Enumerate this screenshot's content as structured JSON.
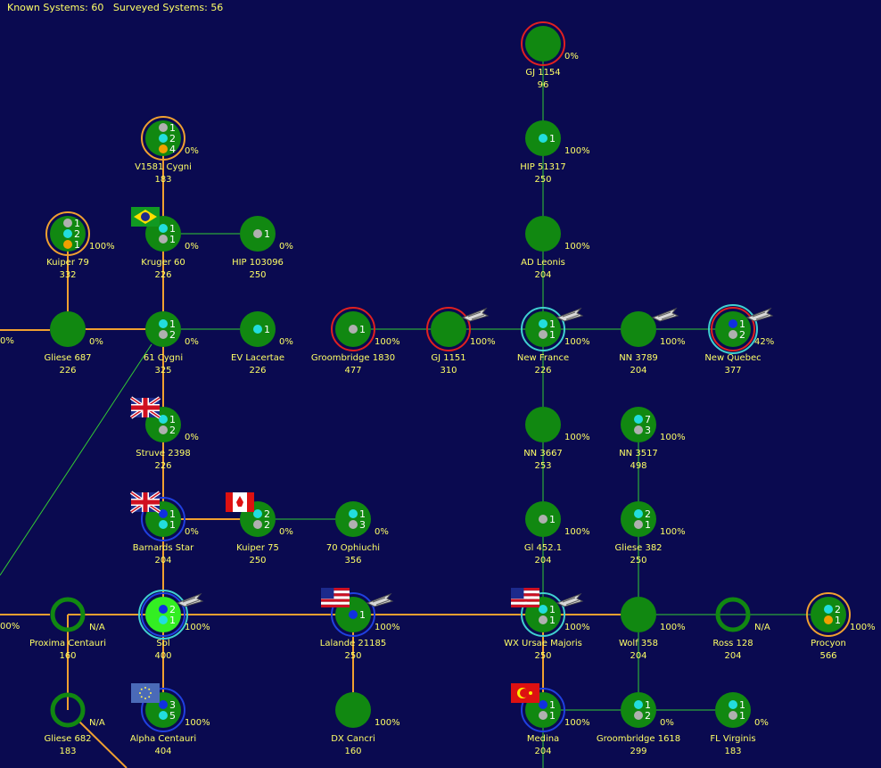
{
  "header": {
    "known_label": "Known Systems:",
    "known_count": "60",
    "surveyed_label": "Surveyed Systems:",
    "surveyed_count": "56"
  },
  "colors": {
    "background": "#0a0a50",
    "jump_link": "#33cc33",
    "main_route": "#f0a030",
    "planet": "#118811",
    "label_text": "#ffff66"
  },
  "systems": [
    {
      "id": "gj1154",
      "name": "GJ 1154",
      "pop": "96",
      "pct": "0%",
      "bodies": [],
      "rings": [
        "#e02020"
      ]
    },
    {
      "id": "hip51317",
      "name": "HIP 51317",
      "pop": "250",
      "pct": "100%",
      "bodies": [
        {
          "c": "cyan",
          "n": "1"
        }
      ],
      "rings": []
    },
    {
      "id": "adleonis",
      "name": "AD Leonis",
      "pop": "204",
      "pct": "100%",
      "bodies": [],
      "rings": []
    },
    {
      "id": "v1581",
      "name": "V1581 Cygni",
      "pop": "183",
      "pct": "0%",
      "bodies": [
        {
          "c": "grey",
          "n": "1"
        },
        {
          "c": "cyan",
          "n": "2"
        },
        {
          "c": "orange",
          "n": "4"
        }
      ],
      "rings": [
        "#f0a030"
      ]
    },
    {
      "id": "kuiper79",
      "name": "Kuiper 79",
      "pop": "332",
      "pct": "100%",
      "bodies": [
        {
          "c": "grey",
          "n": "1"
        },
        {
          "c": "cyan",
          "n": "2"
        },
        {
          "c": "orange",
          "n": "1"
        }
      ],
      "rings": [
        "#f0a030"
      ]
    },
    {
      "id": "kruger60",
      "name": "Kruger 60",
      "pop": "226",
      "pct": "0%",
      "bodies": [
        {
          "c": "cyan",
          "n": "1"
        },
        {
          "c": "grey",
          "n": "1"
        }
      ],
      "rings": [],
      "flag": "brazil"
    },
    {
      "id": "hip103096",
      "name": "HIP 103096",
      "pop": "250",
      "pct": "0%",
      "bodies": [
        {
          "c": "grey",
          "n": "1"
        }
      ],
      "rings": []
    },
    {
      "id": "gliese687",
      "name": "Gliese 687",
      "pop": "226",
      "pct": "0%",
      "bodies": [],
      "rings": []
    },
    {
      "id": "61cygni",
      "name": "61 Cygni",
      "pop": "325",
      "pct": "0%",
      "bodies": [
        {
          "c": "cyan",
          "n": "1"
        },
        {
          "c": "grey",
          "n": "2"
        }
      ],
      "rings": []
    },
    {
      "id": "evlacertae",
      "name": "EV Lacertae",
      "pop": "226",
      "pct": "0%",
      "bodies": [
        {
          "c": "cyan",
          "n": "1"
        }
      ],
      "rings": []
    },
    {
      "id": "groombridge1830",
      "name": "Groombridge 1830",
      "pop": "477",
      "pct": "100%",
      "bodies": [
        {
          "c": "grey",
          "n": "1"
        }
      ],
      "rings": [
        "#e02020"
      ]
    },
    {
      "id": "gj1151",
      "name": "GJ 1151",
      "pop": "310",
      "pct": "100%",
      "bodies": [],
      "rings": [
        "#e02020"
      ],
      "ship": true
    },
    {
      "id": "newfrance",
      "name": "New France",
      "pop": "226",
      "pct": "100%",
      "bodies": [
        {
          "c": "cyan",
          "n": "1"
        },
        {
          "c": "grey",
          "n": "1"
        }
      ],
      "rings": [
        "#40d0d0"
      ],
      "ship": true
    },
    {
      "id": "nn3789",
      "name": "NN 3789",
      "pop": "204",
      "pct": "100%",
      "bodies": [],
      "rings": [],
      "ship": true
    },
    {
      "id": "newquebec",
      "name": "New Quebec",
      "pop": "377",
      "pct": "42%",
      "bodies": [
        {
          "c": "blue",
          "n": "1"
        },
        {
          "c": "grey",
          "n": "2"
        }
      ],
      "rings": [
        "#e02020",
        "#40d0d0"
      ],
      "ship": true
    },
    {
      "id": "struve2398",
      "name": "Struve 2398",
      "pop": "226",
      "pct": "0%",
      "bodies": [
        {
          "c": "cyan",
          "n": "1"
        },
        {
          "c": "grey",
          "n": "2"
        }
      ],
      "rings": [],
      "flag": "uk"
    },
    {
      "id": "nn3667",
      "name": "NN 3667",
      "pop": "253",
      "pct": "100%",
      "bodies": [],
      "rings": []
    },
    {
      "id": "nn3517",
      "name": "NN 3517",
      "pop": "498",
      "pct": "100%",
      "bodies": [
        {
          "c": "cyan",
          "n": "7"
        },
        {
          "c": "grey",
          "n": "3"
        }
      ],
      "rings": []
    },
    {
      "id": "barnards",
      "name": "Barnards Star",
      "pop": "204",
      "pct": "0%",
      "bodies": [
        {
          "c": "blue",
          "n": "1"
        },
        {
          "c": "cyan",
          "n": "1"
        }
      ],
      "rings": [
        "#2040e0"
      ],
      "flag": "uk"
    },
    {
      "id": "kuiper75",
      "name": "Kuiper 75",
      "pop": "250",
      "pct": "0%",
      "bodies": [
        {
          "c": "cyan",
          "n": "2"
        },
        {
          "c": "grey",
          "n": "2"
        }
      ],
      "rings": [],
      "flag": "canada"
    },
    {
      "id": "70oph",
      "name": "70 Ophiuchi",
      "pop": "356",
      "pct": "0%",
      "bodies": [
        {
          "c": "cyan",
          "n": "1"
        },
        {
          "c": "grey",
          "n": "3"
        }
      ],
      "rings": []
    },
    {
      "id": "gl4521",
      "name": "Gl 452.1",
      "pop": "204",
      "pct": "100%",
      "bodies": [
        {
          "c": "grey",
          "n": "1"
        }
      ],
      "rings": []
    },
    {
      "id": "gliese382",
      "name": "Gliese 382",
      "pop": "250",
      "pct": "100%",
      "bodies": [
        {
          "c": "cyan",
          "n": "2"
        },
        {
          "c": "grey",
          "n": "1"
        }
      ],
      "rings": []
    },
    {
      "id": "proxima",
      "name": "Proxima Centauri",
      "pop": "160",
      "pct": "N/A",
      "bodies": [],
      "rings": [],
      "hollow": true
    },
    {
      "id": "sol",
      "name": "Sol",
      "pop": "400",
      "pct": "100%",
      "bodies": [
        {
          "c": "blue",
          "n": "2"
        },
        {
          "c": "cyan",
          "n": "1"
        }
      ],
      "rings": [
        "#2040e0",
        "#40d0d0"
      ],
      "bright": true,
      "ship": true
    },
    {
      "id": "lalande",
      "name": "Lalande 21185",
      "pop": "250",
      "pct": "100%",
      "bodies": [
        {
          "c": "blue",
          "n": "1"
        }
      ],
      "rings": [
        "#2040e0"
      ],
      "flag": "usa",
      "ship": true
    },
    {
      "id": "wxuma",
      "name": "WX Ursae Majoris",
      "pop": "250",
      "pct": "100%",
      "bodies": [
        {
          "c": "cyan",
          "n": "1"
        },
        {
          "c": "grey",
          "n": "1"
        }
      ],
      "rings": [
        "#40d0d0"
      ],
      "flag": "usa",
      "ship": true
    },
    {
      "id": "wolf358",
      "name": "Wolf 358",
      "pop": "204",
      "pct": "100%",
      "bodies": [],
      "rings": []
    },
    {
      "id": "ross128",
      "name": "Ross 128",
      "pop": "204",
      "pct": "N/A",
      "bodies": [],
      "rings": [],
      "hollow": true
    },
    {
      "id": "procyon",
      "name": "Procyon",
      "pop": "566",
      "pct": "100%",
      "bodies": [
        {
          "c": "cyan",
          "n": "2"
        },
        {
          "c": "orange",
          "n": "1"
        }
      ],
      "rings": [
        "#f0a030"
      ]
    },
    {
      "id": "gliese682",
      "name": "Gliese 682",
      "pop": "183",
      "pct": "N/A",
      "bodies": [],
      "rings": [],
      "hollow": true
    },
    {
      "id": "alphacen",
      "name": "Alpha Centauri",
      "pop": "404",
      "pct": "100%",
      "bodies": [
        {
          "c": "blue",
          "n": "3"
        },
        {
          "c": "cyan",
          "n": "5"
        }
      ],
      "rings": [
        "#2040e0"
      ],
      "flag": "eu"
    },
    {
      "id": "dxcancri",
      "name": "DX Cancri",
      "pop": "160",
      "pct": "100%",
      "bodies": [],
      "rings": []
    },
    {
      "id": "medina",
      "name": "Medina",
      "pop": "204",
      "pct": "100%",
      "bodies": [
        {
          "c": "blue",
          "n": "1"
        },
        {
          "c": "grey",
          "n": "1"
        }
      ],
      "rings": [
        "#2040e0"
      ],
      "flag": "turkey"
    },
    {
      "id": "groombridge1618",
      "name": "Groombridge 1618",
      "pop": "299",
      "pct": "0%",
      "bodies": [
        {
          "c": "cyan",
          "n": "1"
        },
        {
          "c": "grey",
          "n": "2"
        }
      ],
      "rings": []
    },
    {
      "id": "flvirginis",
      "name": "FL Virginis",
      "pop": "183",
      "pct": "0%",
      "bodies": [
        {
          "c": "cyan",
          "n": "1"
        },
        {
          "c": "grey",
          "n": "1"
        }
      ],
      "rings": []
    }
  ],
  "links": [
    [
      "gj1154",
      "hip51317",
      "g"
    ],
    [
      "hip51317",
      "adleonis",
      "g"
    ],
    [
      "adleonis",
      "newfrance",
      "g"
    ],
    [
      "v1581",
      "kruger60",
      "o"
    ],
    [
      "kuiper79",
      "gliese687",
      "o"
    ],
    [
      "kruger60",
      "hip103096",
      "g"
    ],
    [
      "kruger60",
      "61cygni",
      "o"
    ],
    [
      "gliese687",
      "61cygni",
      "o"
    ],
    [
      "61cygni",
      "evlacertae",
      "g"
    ],
    [
      "groombridge1830",
      "gj1151",
      "g"
    ],
    [
      "gj1151",
      "newfrance",
      "g"
    ],
    [
      "newfrance",
      "nn3789",
      "g"
    ],
    [
      "nn3789",
      "newquebec",
      "g"
    ],
    [
      "61cygni",
      "struve2398",
      "o"
    ],
    [
      "struve2398",
      "barnards",
      "o"
    ],
    [
      "newfrance",
      "nn3667",
      "g"
    ],
    [
      "nn3667",
      "gl4521",
      "g"
    ],
    [
      "nn3517",
      "gliese382",
      "g"
    ],
    [
      "barnards",
      "kuiper75",
      "o"
    ],
    [
      "kuiper75",
      "70oph",
      "g"
    ],
    [
      "gl4521",
      "wxuma",
      "g"
    ],
    [
      "gliese382",
      "wolf358",
      "g"
    ],
    [
      "barnards",
      "sol",
      "o"
    ],
    [
      "proxima",
      "sol",
      "o"
    ],
    [
      "sol",
      "lalande",
      "o"
    ],
    [
      "lalande",
      "wxuma",
      "o"
    ],
    [
      "wxuma",
      "wolf358",
      "o"
    ],
    [
      "wolf358",
      "ross128",
      "g"
    ],
    [
      "ross128",
      "procyon",
      "g"
    ],
    [
      "sol",
      "alphacen",
      "o"
    ],
    [
      "proxima",
      "gliese682",
      "o"
    ],
    [
      "lalande",
      "dxcancri",
      "o"
    ],
    [
      "wxuma",
      "medina",
      "o"
    ],
    [
      "wolf358",
      "groombridge1618",
      "g"
    ],
    [
      "medina",
      "groombridge1618",
      "g"
    ],
    [
      "groombridge1618",
      "flvirginis",
      "g"
    ]
  ]
}
